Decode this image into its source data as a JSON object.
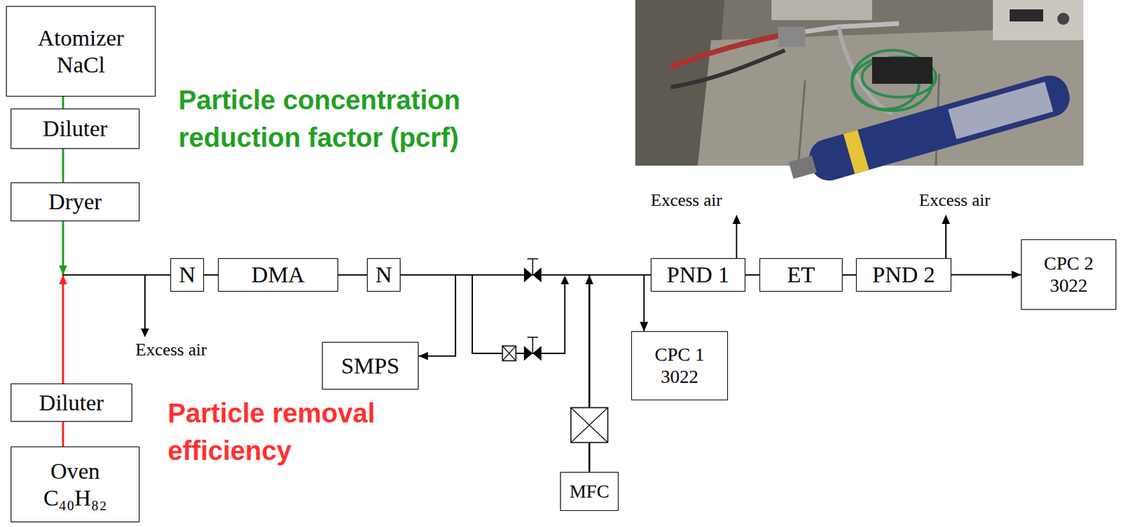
{
  "diagram": {
    "nodes": [
      {
        "text": [
          "Atomizer NaCl"
        ]
      },
      {
        "text": [
          "Diluter"
        ]
      },
      {
        "text": [
          "Dryer"
        ]
      },
      {
        "text": [
          "N"
        ]
      },
      {
        "text": [
          "DMA"
        ]
      },
      {
        "text": [
          "N"
        ]
      },
      {
        "text": [
          "SMPS"
        ]
      },
      {
        "text": [
          "PND 1"
        ]
      },
      {
        "text": [
          "ET"
        ]
      },
      {
        "text": [
          "PND 2"
        ]
      },
      {
        "text": [
          "CPC 2 3022"
        ]
      },
      {
        "text": [
          "CPC 1 3022"
        ]
      },
      {
        "text": [
          "MFC"
        ]
      },
      {
        "text": [
          "Diluter"
        ]
      },
      {
        "text": [
          "Oven C₄₀H₈₂"
        ]
      }
    ],
    "edges": [
      {
        "from": 0,
        "to": 1,
        "arrow": "none"
      },
      {
        "from": 1,
        "to": 2,
        "arrow": "none"
      },
      {
        "from": 2,
        "to": 3,
        "arrow": "to"
      },
      {
        "from": 14,
        "to": 13,
        "arrow": "none"
      },
      {
        "from": 13,
        "to": 3,
        "arrow": "to"
      },
      {
        "from": 3,
        "to": 4,
        "arrow": "none"
      },
      {
        "from": 4,
        "to": 5,
        "arrow": "none"
      },
      {
        "from": 5,
        "to": 6,
        "arrow": "to"
      },
      {
        "from": 5,
        "to": 7,
        "arrow": "none"
      },
      {
        "from": 5,
        "to": 11,
        "arrow": "to"
      },
      {
        "from": 12,
        "to": 7,
        "arrow": "to"
      },
      {
        "from": 12,
        "to": 11,
        "arrow": "to"
      },
      {
        "from": 7,
        "to": 8,
        "arrow": "none"
      },
      {
        "from": 8,
        "to": 9,
        "arrow": "none"
      },
      {
        "from": 9,
        "to": 10,
        "arrow": "to"
      }
    ],
    "labels": [
      "Particle concentration reduction factor (pcrf)",
      "Particle removal efficiency",
      "Excess air",
      "Excess air",
      "Excess air"
    ]
  }
}
